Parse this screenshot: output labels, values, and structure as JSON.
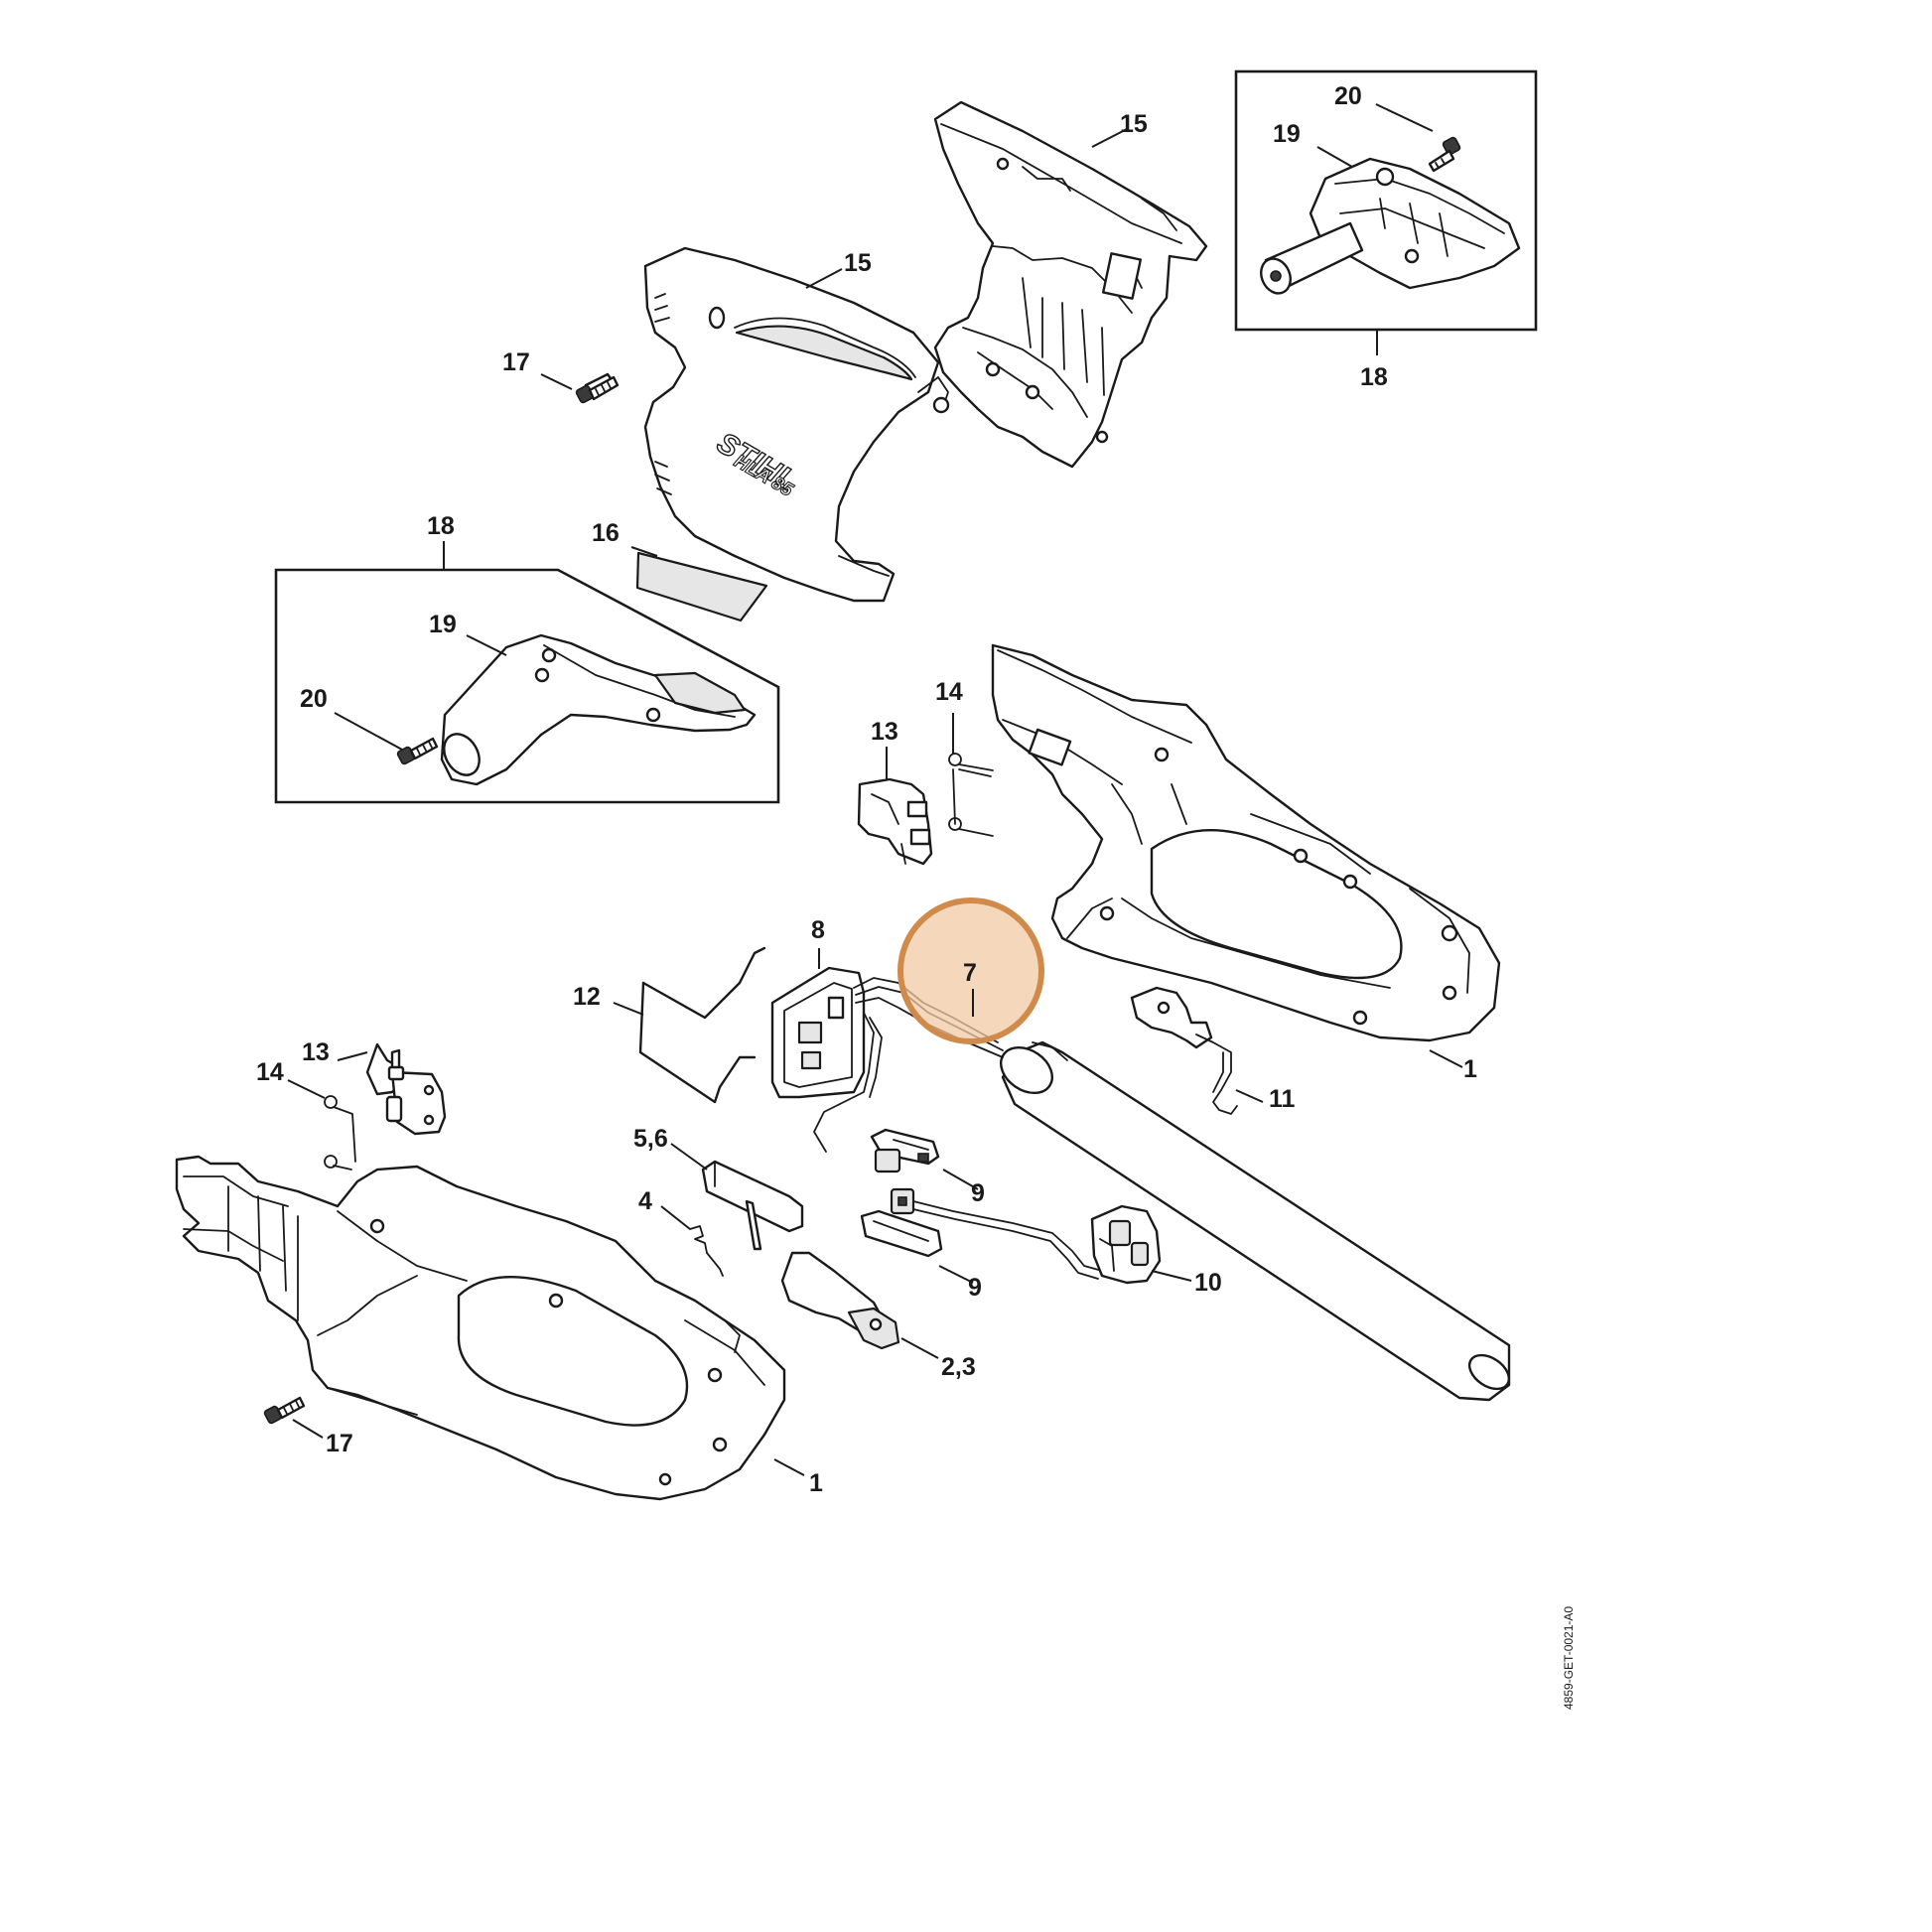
{
  "diagram": {
    "brand_text": "STIHL",
    "model_text": "HLA 85",
    "drawing_number": "4859-GET-0021-A0",
    "highlight_color": "#f2c9a6",
    "highlight_stroke": "#d08a4a",
    "callouts": {
      "c1a": "1",
      "c1b": "1",
      "c23": "2,3",
      "c4": "4",
      "c56": "5,6",
      "c7": "7",
      "c8": "8",
      "c9a": "9",
      "c9b": "9",
      "c10": "10",
      "c11": "11",
      "c12": "12",
      "c13a": "13",
      "c13b": "13",
      "c14a": "14",
      "c14b": "14",
      "c15a": "15",
      "c15b": "15",
      "c16": "16",
      "c17a": "17",
      "c17b": "17",
      "c18a": "18",
      "c18b": "18",
      "c19a": "19",
      "c19b": "19",
      "c20a": "20",
      "c20b": "20"
    }
  }
}
